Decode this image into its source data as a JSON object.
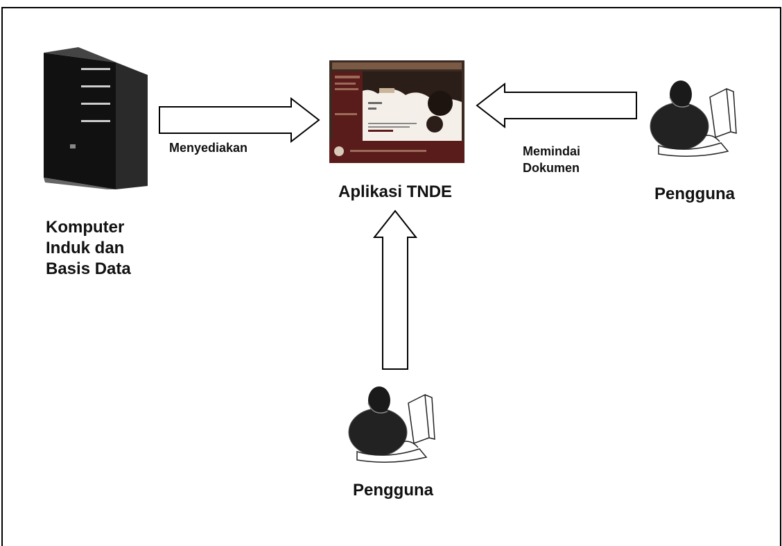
{
  "nodes": {
    "server": {
      "label_lines": [
        "Komputer",
        "Induk dan",
        "Basis Data"
      ]
    },
    "app": {
      "label": "Aplikasi TNDE"
    },
    "user_right": {
      "label": "Pengguna"
    },
    "user_bottom": {
      "label": "Pengguna"
    }
  },
  "edges": {
    "server_to_app": {
      "label": "Menyediakan"
    },
    "user_to_app": {
      "label_lines": [
        "Memindai",
        "Dokumen"
      ]
    }
  }
}
